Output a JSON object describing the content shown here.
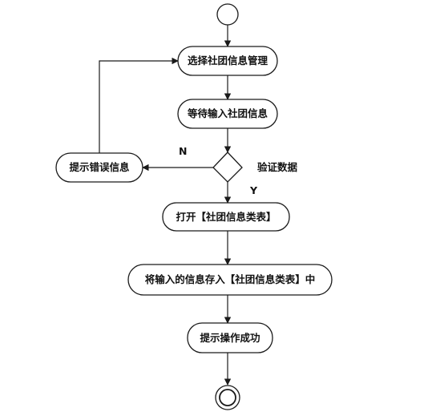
{
  "diagram": {
    "type": "activity-diagram",
    "nodes": {
      "select": "选择社团信息管理",
      "wait": "等待输入社团信息",
      "validate": "验证数据",
      "error": "提示错误信息",
      "open": "打开【社团信息类表】",
      "save": "将输入的信息存入【社团信息类表】中",
      "success": "提示操作成功"
    },
    "guards": {
      "no": "N",
      "yes": "Y"
    }
  }
}
